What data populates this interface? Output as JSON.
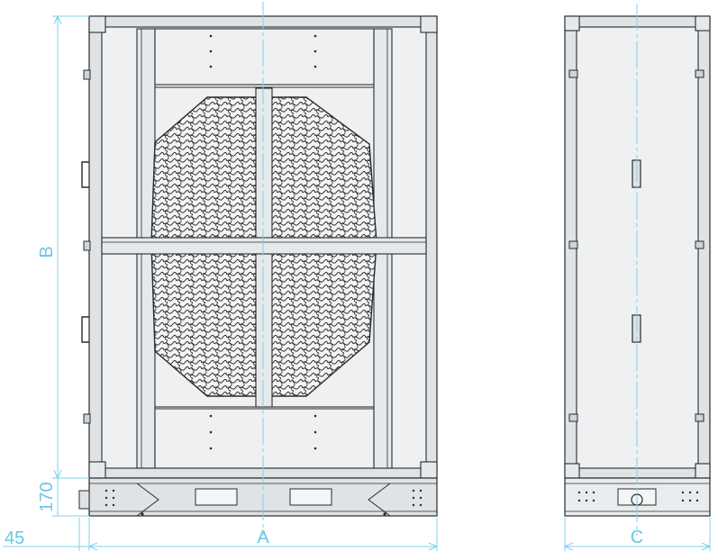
{
  "labels": {
    "a": "A",
    "b": "B",
    "c": "C",
    "h_base": "170",
    "offset": "45"
  },
  "colors": {
    "outline": "#2b2b2b",
    "fill": "#e6e9eb",
    "dimension": "#7fd0ea",
    "dimension_text": "#6cc6e6"
  }
}
